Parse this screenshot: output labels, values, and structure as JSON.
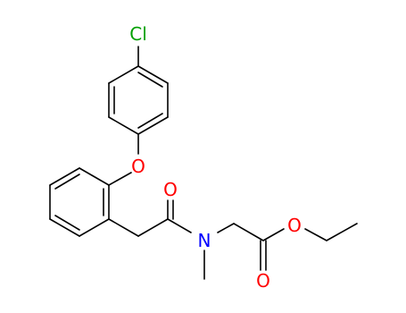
{
  "colors": {
    "bond": "#000000",
    "oxygen": "#ff0000",
    "nitrogen": "#0000ff",
    "chlorine": "#00a000",
    "background": "#ffffff"
  },
  "atoms": {
    "chlorine": "Cl",
    "ether_oxygen": "O",
    "amide_oxygen": "O",
    "amide_nitrogen": "N",
    "ester_ether_oxygen": "O",
    "ester_carbonyl_oxygen": "O"
  }
}
